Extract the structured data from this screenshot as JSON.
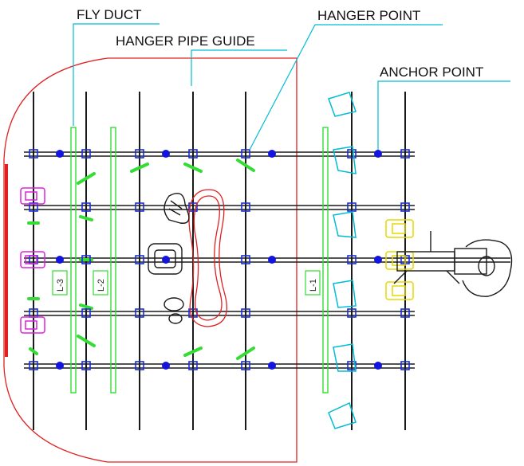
{
  "callouts": {
    "fly_duct": "FLY DUCT",
    "hanger_pipe_guide": "HANGER PIPE GUIDE",
    "hanger_point": "HANGER POINT",
    "anchor_point": "ANCHOR POINT"
  },
  "lane_labels": [
    "L-3",
    "L-2",
    "L-1"
  ],
  "colors": {
    "pipe": "#1a1a1a",
    "hanger_point": "#1a2fd6",
    "anchor_point": "#1414e0",
    "fly_duct": "#33dd33",
    "stage_outline": "#e02020",
    "stage_edge": "#e02020",
    "callout_line": "#00bcd4",
    "magenta_fixture": "#e020e0",
    "yellow_fixture": "#e6d800",
    "cyan_fixture": "#00bcd4"
  }
}
